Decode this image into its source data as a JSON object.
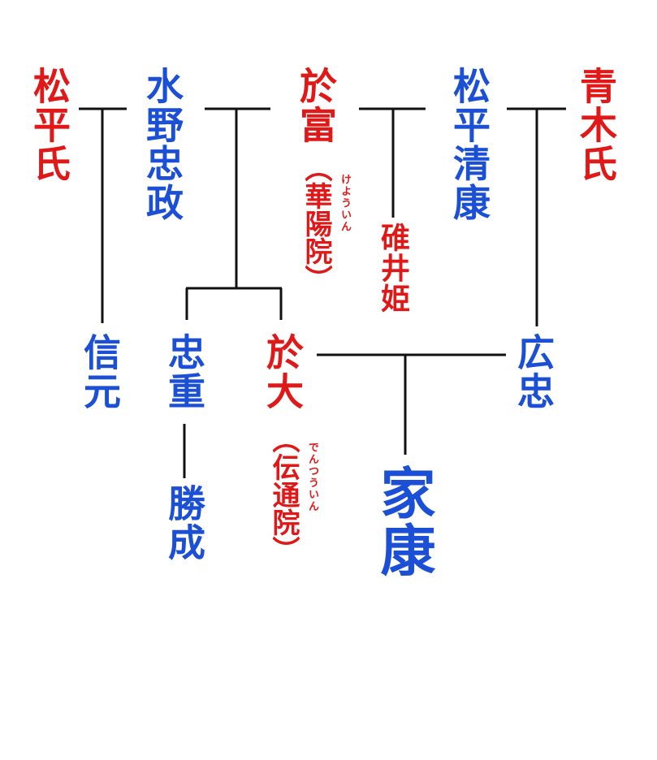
{
  "people": {
    "matsudaira_shi": "松平氏",
    "mizuno_tadamasa": "水野忠政",
    "otomi": "於富",
    "otomi_title": "（華陽院）",
    "otomi_reading": "けよういん",
    "matsudaira_kiyoyasu": "松平清康",
    "aoki_shi": "青木氏",
    "usui_hime": "碓井姫",
    "nobumoto": "信元",
    "tadashige": "忠重",
    "odai": "於大",
    "odai_title": "（伝通院）",
    "odai_reading": "でんつういん",
    "hirotada": "広忠",
    "katsunari": "勝成",
    "ieyasu": "家康"
  },
  "colors": {
    "red": "#e01818",
    "blue": "#1a4fd6",
    "line": "#111111"
  }
}
